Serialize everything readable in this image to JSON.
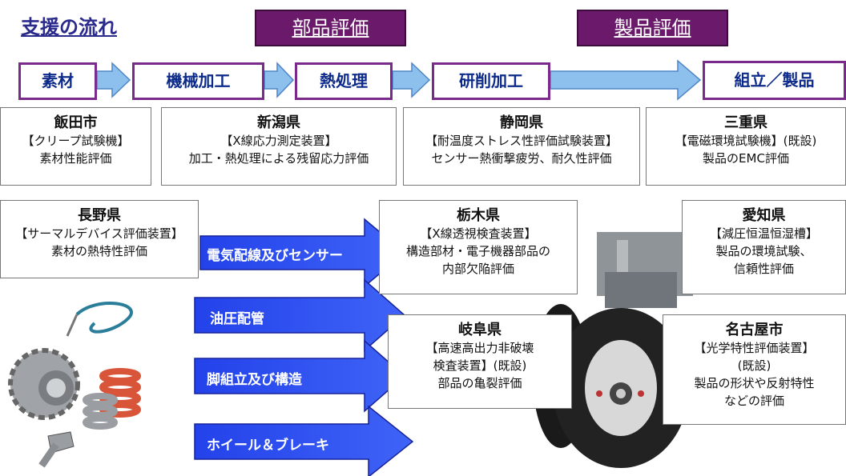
{
  "title": "支援の流れ",
  "phases": [
    "部品評価",
    "製品評価"
  ],
  "steps": [
    "素材",
    "機械加工",
    "熱処理",
    "研削加工",
    "組立／製品"
  ],
  "top_boxes": [
    {
      "place": "飯田市",
      "device": "【クリープ試験機】",
      "eval": "素材性能評価"
    },
    {
      "place": "新潟県",
      "device": "【X線応力測定装置】",
      "eval": "加工・熱処理による残留応力評価"
    },
    {
      "place": "静岡県",
      "device": "【耐温度ストレス性評価試験装置】",
      "eval": "センサー熱衝撃疲労、耐久性評価"
    },
    {
      "place": "三重県",
      "device": "【電磁環境試験機】(既設)",
      "eval": "製品のEMC評価"
    }
  ],
  "nagano": {
    "place": "長野県",
    "device": "【サーマルデバイス評価装置】",
    "eval": "素材の熱特性評価"
  },
  "tochigi": {
    "place": "栃木県",
    "device": "【X線透視検査装置】",
    "eval1": "構造部材・電子機器部品の",
    "eval2": "内部欠陥評価"
  },
  "gifu": {
    "place": "岐阜県",
    "device1": "【高速高出力非破壊",
    "device2": "検査装置】(既設)",
    "eval": "部品の亀裂評価"
  },
  "aichi": {
    "place": "愛知県",
    "device": "【減圧恒温恒湿槽】",
    "eval1": "製品の環境試験、",
    "eval2": "信頼性評価"
  },
  "nagoya": {
    "place": "名古屋市",
    "device1": "【光学特性評価装置】",
    "device2": "(既設)",
    "eval1": "製品の形状や反射特性",
    "eval2": "などの評価"
  },
  "arrows": [
    "電気配線及びセンサー",
    "油圧配管",
    "脚組立及び構造",
    "ホイール＆ブレーキ"
  ],
  "colors": {
    "phase": "#6b1a6b",
    "step_border": "#7a2a8a",
    "step_text": "#0c2a8a",
    "arrow_light": "#7fb6ea",
    "arrow_blue": "#1f3fe0"
  }
}
